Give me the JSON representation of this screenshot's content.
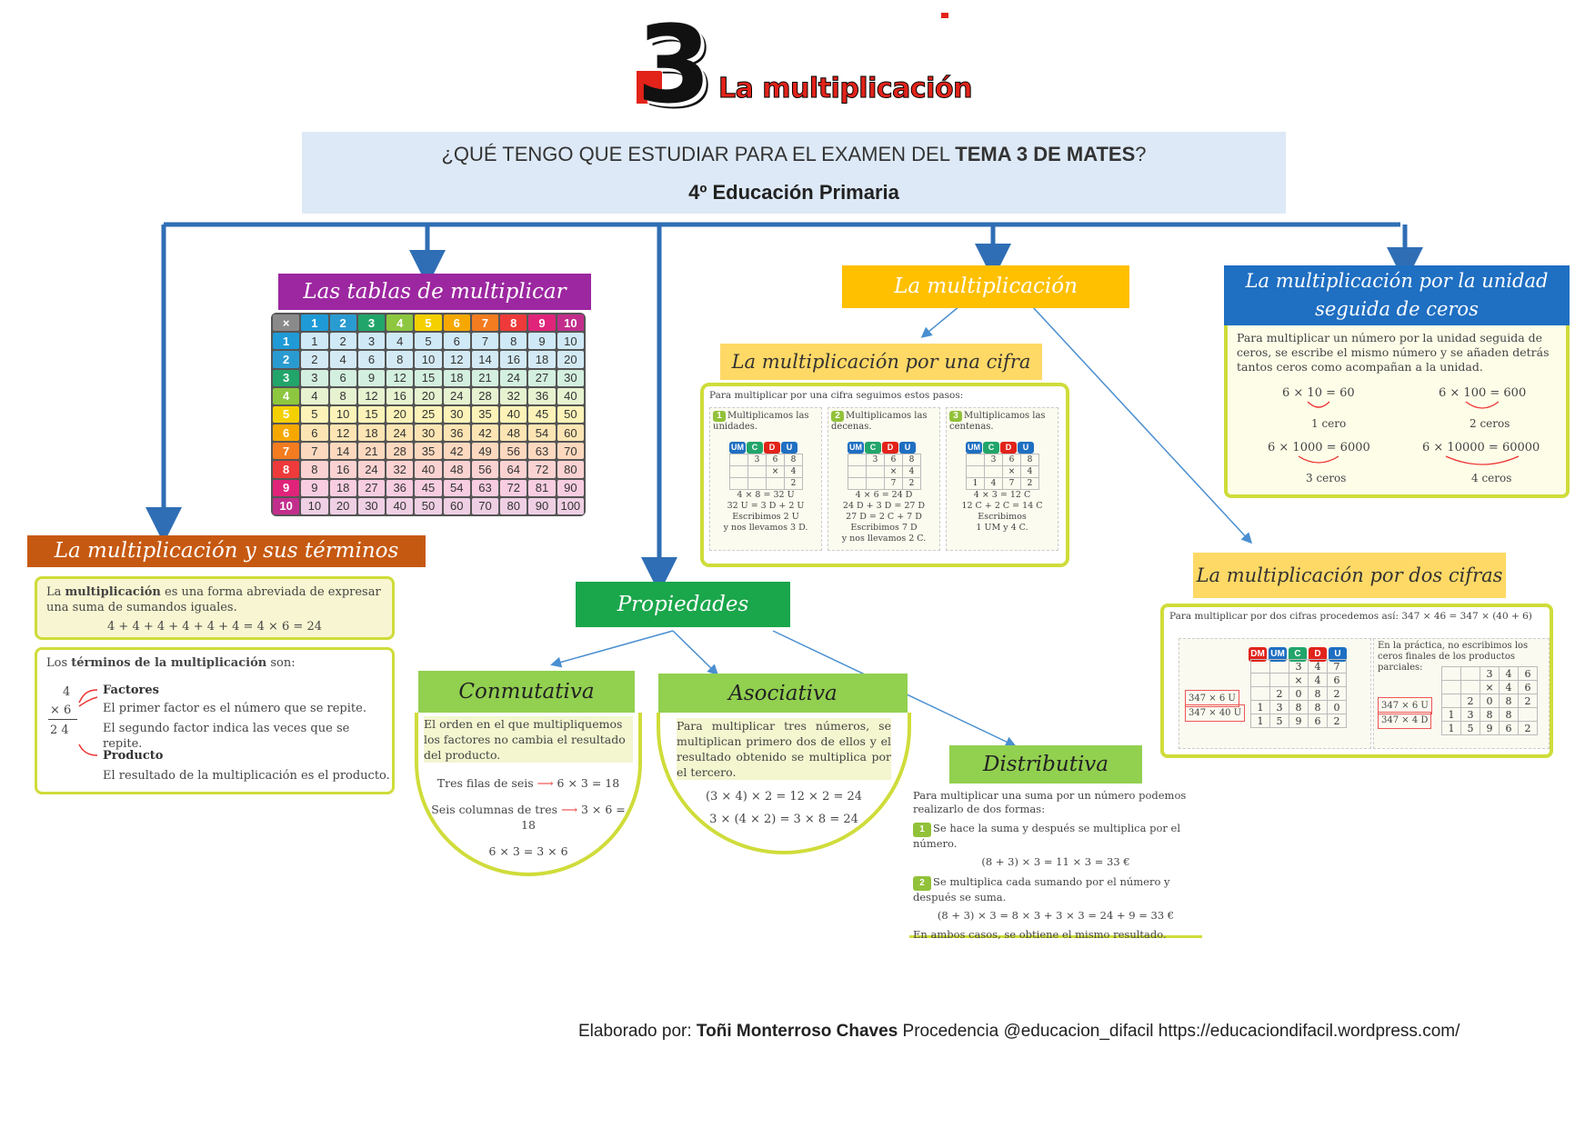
{
  "header": {
    "logo_number": "3",
    "logo_title": "La multiplicación",
    "question_prefix": "¿QUÉ TENGO QUE ESTUDIAR PARA EL EXAMEN DEL ",
    "question_bold": "TEMA 3 DE MATES",
    "question_suffix": "?",
    "grade": "4º Educación Primaria"
  },
  "nodes": {
    "tablas": "Las tablas de multiplicar",
    "terminos": "La multiplicación y sus términos",
    "propiedades": "Propiedades",
    "multiplicacion": "La multiplicación",
    "una_cifra": "La multiplicación por una cifra",
    "unidad_ceros": "La multiplicación por la unidad seguida de ceros",
    "dos_cifras": "La multiplicación por dos cifras",
    "conmutativa": "Conmutativa",
    "asociativa": "Asociativa",
    "distributiva": "Distributiva"
  },
  "table": {
    "header": [
      "×",
      "1",
      "2",
      "3",
      "4",
      "5",
      "6",
      "7",
      "8",
      "9",
      "10"
    ],
    "header_colors": [
      "#8a8a8a",
      "#1f9ad6",
      "#2a9bd1",
      "#22a56a",
      "#8dc63f",
      "#f4d000",
      "#f6a800",
      "#f37c20",
      "#ee3a3a",
      "#e0247a",
      "#c22e8c"
    ],
    "rows": [
      [
        "1",
        "1",
        "2",
        "3",
        "4",
        "5",
        "6",
        "7",
        "8",
        "9",
        "10"
      ],
      [
        "2",
        "2",
        "4",
        "6",
        "8",
        "10",
        "12",
        "14",
        "16",
        "18",
        "20"
      ],
      [
        "3",
        "3",
        "6",
        "9",
        "12",
        "15",
        "18",
        "21",
        "24",
        "27",
        "30"
      ],
      [
        "4",
        "4",
        "8",
        "12",
        "16",
        "20",
        "24",
        "28",
        "32",
        "36",
        "40"
      ],
      [
        "5",
        "5",
        "10",
        "15",
        "20",
        "25",
        "30",
        "35",
        "40",
        "45",
        "50"
      ],
      [
        "6",
        "6",
        "12",
        "18",
        "24",
        "30",
        "36",
        "42",
        "48",
        "54",
        "60"
      ],
      [
        "7",
        "7",
        "14",
        "21",
        "28",
        "35",
        "42",
        "49",
        "56",
        "63",
        "70"
      ],
      [
        "8",
        "8",
        "16",
        "24",
        "32",
        "40",
        "48",
        "56",
        "64",
        "72",
        "80"
      ],
      [
        "9",
        "9",
        "18",
        "27",
        "36",
        "45",
        "54",
        "63",
        "72",
        "81",
        "90"
      ],
      [
        "10",
        "10",
        "20",
        "30",
        "40",
        "50",
        "60",
        "70",
        "80",
        "90",
        "100"
      ]
    ],
    "row_colors": [
      "#1f9ad6",
      "#2a9bd1",
      "#22a56a",
      "#8dc63f",
      "#f4d000",
      "#f6a800",
      "#f37c20",
      "#ee3a3a",
      "#e0247a",
      "#c22e8c"
    ],
    "row_tints": [
      "#cfe9f7",
      "#d3eaf5",
      "#d3efe0",
      "#e6f2d0",
      "#fdf3b8",
      "#fde5b3",
      "#fcd8bf",
      "#fbd2d2",
      "#f8cde1",
      "#efcfe4"
    ]
  },
  "terminos": {
    "def_bold": "multiplicación",
    "def_pre": "La ",
    "def_post": " es una forma abreviada de expresar una suma de sumandos iguales.",
    "def_eq": "4 + 4 + 4 + 4 + 4 + 4 = 4 × 6 = 24",
    "terms_pre": "Los ",
    "terms_bold": "términos de la multiplicación",
    "terms_post": " son:",
    "op_a": "4",
    "op_b": "× 6",
    "op_r": "2 4",
    "factores": "Factores",
    "f1": "El primer factor es el número que se repite.",
    "f2": "El segundo factor indica las veces que se repite.",
    "producto": "Producto",
    "p1": "El resultado de la multiplicación es el producto."
  },
  "una_cifra": {
    "intro": "Para multiplicar por una cifra seguimos estos pasos:",
    "steps": [
      {
        "n": "1",
        "title": "Multiplicamos las unidades.",
        "rows": [
          [
            "",
            "3",
            "6",
            "8"
          ],
          [
            "",
            "",
            "×",
            "4"
          ],
          [
            "",
            "",
            "",
            "2"
          ]
        ],
        "lines": [
          "4 × 8 = 32 U",
          "32 U = 3 D + 2 U",
          "Escribimos 2 U",
          "y nos llevamos 3 D."
        ]
      },
      {
        "n": "2",
        "title": "Multiplicamos las decenas.",
        "rows": [
          [
            "",
            "3",
            "6",
            "8"
          ],
          [
            "",
            "",
            "×",
            "4"
          ],
          [
            "",
            "",
            "7",
            "2"
          ]
        ],
        "lines": [
          "4 × 6 = 24 D",
          "24 D + 3 D = 27 D",
          "27 D = 2 C + 7 D",
          "Escribimos 7 D",
          "y nos llevamos 2 C."
        ]
      },
      {
        "n": "3",
        "title": "Multiplicamos las centenas.",
        "rows": [
          [
            "",
            "3",
            "6",
            "8"
          ],
          [
            "",
            "",
            "×",
            "4"
          ],
          [
            "1",
            "4",
            "7",
            "2"
          ]
        ],
        "lines": [
          "4 × 3 = 12 C",
          "12 C + 2 C = 14 C",
          "Escribimos",
          "1 UM y 4 C."
        ]
      }
    ],
    "badges": [
      "UM",
      "C",
      "D",
      "U"
    ]
  },
  "unidad_ceros": {
    "text": "Para multiplicar un número por la unidad seguida de ceros, se escribe el mismo número y se añaden detrás tantos ceros como acompañan a la unidad.",
    "ex1": "6 × 10 = 60",
    "ex1_note": "1 cero",
    "ex2": "6 × 100 = 600",
    "ex2_note": "2 ceros",
    "ex3": "6 × 1000 = 6000",
    "ex3_note": "3 ceros",
    "ex4": "6 × 10000 = 60000",
    "ex4_note": "4 ceros"
  },
  "dos_cifras": {
    "intro": "Para multiplicar por dos cifras procedemos así: 347 × 46 = 347 × (40 + 6)",
    "note": "En la práctica, no escribimos los ceros finales de los productos parciales:",
    "label1": "347 × 6 U",
    "label2": "347 × 40 U",
    "label3": "347 × 6 U",
    "label4": "347 × 4 D",
    "badges": [
      "DM",
      "UM",
      "C",
      "D",
      "U"
    ],
    "grid_a": [
      [
        "",
        "",
        "3",
        "4",
        "7"
      ],
      [
        "",
        "",
        "×",
        "4",
        "6"
      ],
      [
        "",
        "2",
        "0",
        "8",
        "2"
      ],
      [
        "1",
        "3",
        "8",
        "8",
        "0"
      ],
      [
        "1",
        "5",
        "9",
        "6",
        "2"
      ]
    ],
    "grid_b": [
      [
        "",
        "",
        "3",
        "4",
        "6"
      ],
      [
        "",
        "",
        "×",
        "4",
        "6"
      ],
      [
        "",
        "2",
        "0",
        "8",
        "2"
      ],
      [
        "1",
        "3",
        "8",
        "8",
        ""
      ],
      [
        "1",
        "5",
        "9",
        "6",
        "2"
      ]
    ]
  },
  "conmutativa": {
    "text": "El orden en el que multipliquemos los factores no cambia el resultado del producto.",
    "l1": "Tres filas de seis",
    "r1": "6 × 3 = 18",
    "l2": "Seis columnas de tres",
    "r2": "3 × 6 = 18",
    "eq": "6 × 3 = 3 × 6"
  },
  "asociativa": {
    "text": "Para multiplicar tres números, se multiplican primero dos de ellos y el resultado obtenido se multiplica por el tercero.",
    "eq1": "(3 × 4) × 2 = 12 × 2 = 24",
    "eq2": "3 × (4 × 2) = 3 × 8 = 24"
  },
  "distributiva": {
    "intro": "Para multiplicar una suma por un número podemos realizarlo de dos formas:",
    "s1": "Se hace la suma y después se multiplica por el número.",
    "e1": "(8 + 3) × 3 = 11 × 3 = 33 €",
    "s2": "Se multiplica cada sumando por el número y después se suma.",
    "e2": "(8 + 3) × 3 = 8 × 3 + 3 × 3 = 24 + 9 = 33 €",
    "end": "En ambos casos, se obtiene el mismo resultado."
  },
  "footer": {
    "pre": "Elaborado por: ",
    "author": "Toñi Monterroso Chaves",
    "post": " Procedencia @educacion_difacil https://educaciondifacil.wordpress.com/"
  },
  "colors": {
    "blue_line": "#2f6eb5",
    "purple": "#9c27a0",
    "orange": "#c65911",
    "green": "#1aa64b",
    "yellow": "#ffc000",
    "blue_node": "#1f6fc2",
    "light_yellow": "#ffd966",
    "lime": "#92d050",
    "panel_border": "#cfdc3a"
  }
}
